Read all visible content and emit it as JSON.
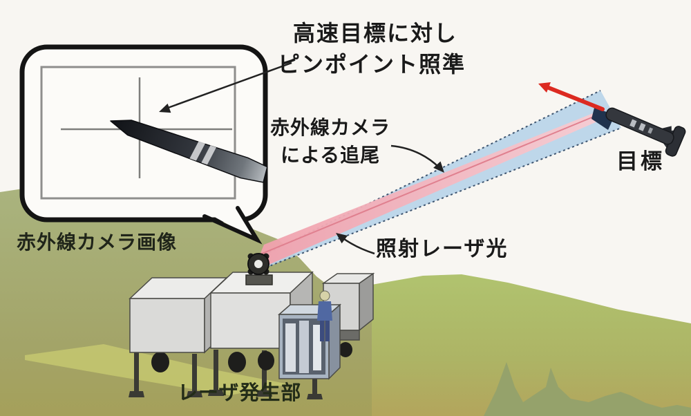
{
  "callout": {
    "line1": "高速目標に対し",
    "line2": "ピンポイント照準"
  },
  "labels": {
    "ir_tracking_line1": "赤外線カメラ",
    "ir_tracking_line2": "による追尾",
    "laser_beam": "照射レーザ光",
    "target": "目標",
    "ir_camera_image": "赤外線カメラ画像",
    "laser_generator": "レーザ発生部"
  },
  "icons": {
    "speech_bubble": "rounded-rect-bubble-with-tail",
    "crosshair": "camera-crosshair",
    "missile_in_scope": "dark-missile-silhouette",
    "target_missile": "dark-missile-with-tail-fins",
    "direction_arrow": "red-arrow-up-left",
    "tracking_beam": "blue-dotted-cone",
    "laser_ray": "pink-beam",
    "beam_director": "turret-ring-on-container"
  },
  "colors": {
    "background": "#f8f6f2",
    "hill_left": "#a9b37e",
    "hill_right": "#b0c36f",
    "ground_olive": "#9f9d58",
    "ridge_silhouette": "#95a26b",
    "beam_blue": "#b9d4e9",
    "beam_edge": "#3e5570",
    "beam_pink": "#f0a0ac",
    "arrow_red": "#dc2a21",
    "bubble_border": "#141414",
    "ink": "#1a1a1a"
  }
}
